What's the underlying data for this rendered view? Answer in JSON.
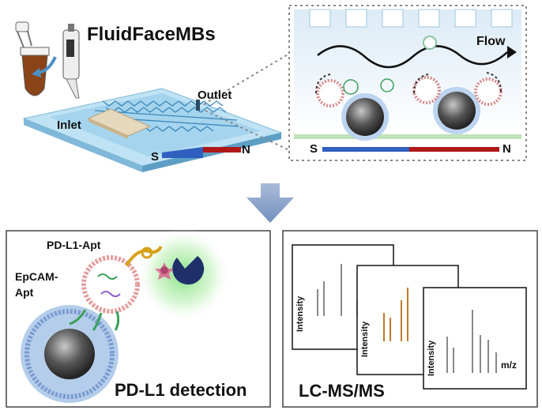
{
  "labels": {
    "title": "FluidFaceMBs",
    "inlet": "Inlet",
    "outlet": "Outlet",
    "south": "S",
    "north": "N",
    "flow": "Flow",
    "pd_l1_apt": "PD-L1-Apt",
    "epcam_apt_line1": "EpCAM-",
    "epcam_apt_line2": "Apt",
    "pd_l1_detection": "PD-L1 detection",
    "lc_ms_ms": "LC-MS/MS",
    "intensity": "Intensity",
    "mz": "m/z"
  },
  "colors": {
    "magnet_south": "#2f5fbf",
    "magnet_north": "#b01818",
    "chip": "#9fd0ec",
    "arrow": "#8ea6cc",
    "spectrum_gray": "#888888",
    "spectrum_orange": "#c07a2a"
  }
}
